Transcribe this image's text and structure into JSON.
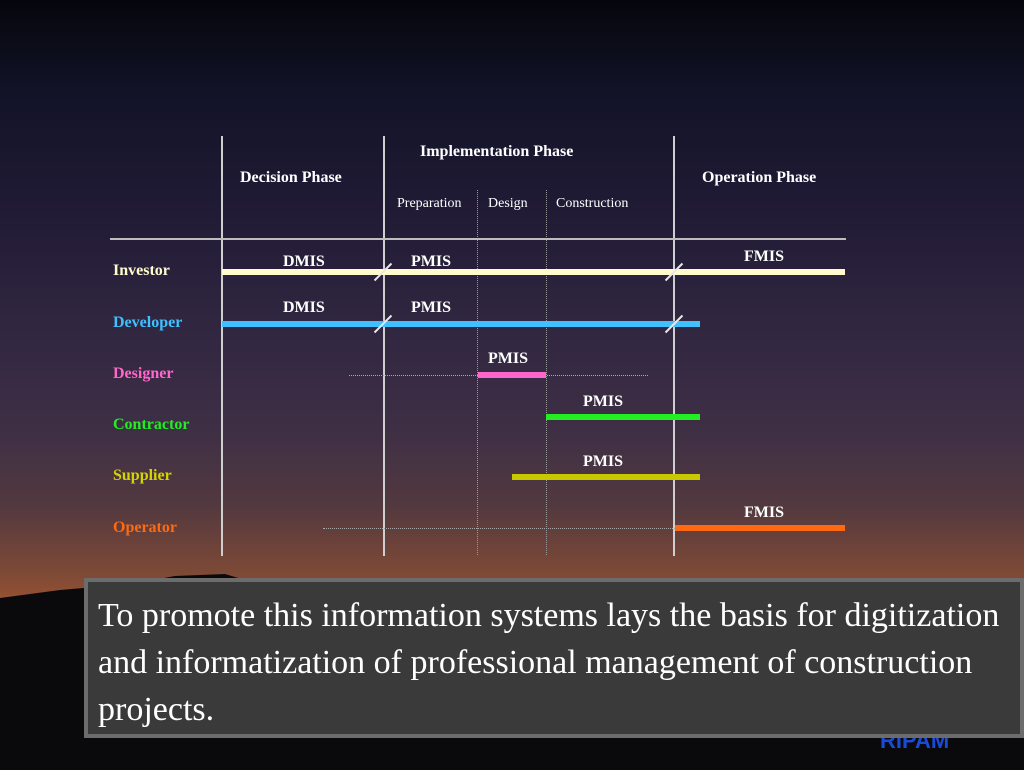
{
  "headers": {
    "decision": "Decision Phase",
    "implementation": "Implementation Phase",
    "operation": "Operation Phase",
    "preparation": "Preparation",
    "design": "Design",
    "construction": "Construction"
  },
  "roles": [
    {
      "label": "Investor",
      "color": "#fffbcc"
    },
    {
      "label": "Developer",
      "color": "#3fc0ff"
    },
    {
      "label": "Designer",
      "color": "#ff66cc"
    },
    {
      "label": "Contractor",
      "color": "#22ee22"
    },
    {
      "label": "Supplier",
      "color": "#d4d400"
    },
    {
      "label": "Operator",
      "color": "#ff6a10"
    }
  ],
  "bar_colors": {
    "investor": "#fffbcc",
    "developer": "#3fc0ff",
    "designer": "#ff66cc",
    "contractor": "#22ee22",
    "supplier": "#c8c800",
    "operator": "#ff6a10"
  },
  "tags": {
    "investor_dmis": "DMIS",
    "investor_pmis": "PMIS",
    "investor_fmis": "FMIS",
    "developer_dmis": "DMIS",
    "developer_pmis": "PMIS",
    "designer_pmis": "PMIS",
    "contractor_pmis": "PMIS",
    "supplier_pmis": "PMIS",
    "operator_fmis": "FMIS"
  },
  "caption": "To promote this information systems lays the basis for digitization and informatization of professional management of construction projects.",
  "logo_text": "RIPAM"
}
